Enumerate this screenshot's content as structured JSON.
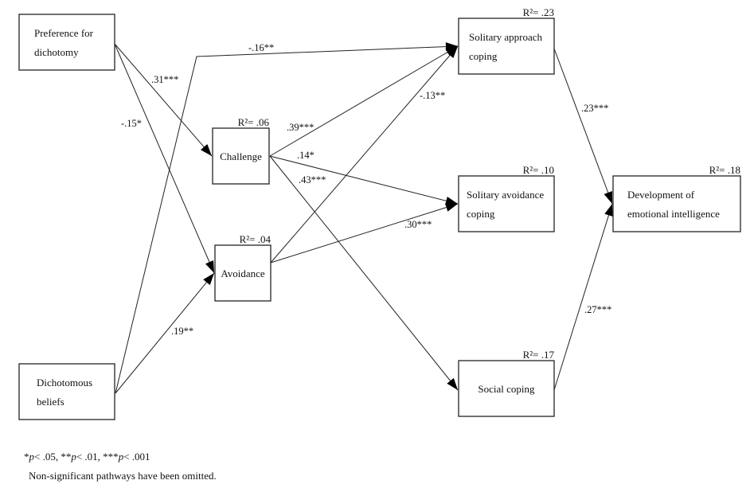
{
  "nodes": [
    {
      "id": "pref",
      "lines": [
        "Preference for",
        "dichotomy"
      ],
      "r2": null
    },
    {
      "id": "chal",
      "lines": [
        "Challenge"
      ],
      "r2": "R²= .06"
    },
    {
      "id": "avoid",
      "lines": [
        "Avoidance"
      ],
      "r2": "R²= .04"
    },
    {
      "id": "dich",
      "lines": [
        "Dichotomous",
        "beliefs"
      ],
      "r2": null
    },
    {
      "id": "sap",
      "lines": [
        "Solitary approach",
        "coping"
      ],
      "r2": "R²= .23"
    },
    {
      "id": "sav",
      "lines": [
        "Solitary avoidance",
        "coping"
      ],
      "r2": "R²= .10"
    },
    {
      "id": "soc",
      "lines": [
        "Social coping"
      ],
      "r2": "R²= .17"
    },
    {
      "id": "dei",
      "lines": [
        "Development of",
        "emotional intelligence"
      ],
      "r2": "R²= .18"
    }
  ],
  "edges": [
    {
      "from": "pref",
      "to": "chal",
      "label": ".31***"
    },
    {
      "from": "pref",
      "to": "avoid",
      "label": "-.15*"
    },
    {
      "from": "dich",
      "to": "sap",
      "label": "-.16**"
    },
    {
      "from": "dich",
      "to": "avoid",
      "label": ".19**"
    },
    {
      "from": "chal",
      "to": "sap",
      "label": ".39***"
    },
    {
      "from": "chal",
      "to": "sav",
      "label": ".14*"
    },
    {
      "from": "chal",
      "to": "soc",
      "label": ".43***"
    },
    {
      "from": "avoid",
      "to": "sap",
      "label": "-.13**"
    },
    {
      "from": "avoid",
      "to": "sav",
      "label": ".30***"
    },
    {
      "from": "sap",
      "to": "dei",
      "label": ".23***"
    },
    {
      "from": "soc",
      "to": "dei",
      "label": ".27***"
    }
  ],
  "footnotes": {
    "significance": [
      {
        "text": "*",
        "italic": false
      },
      {
        "text": "p",
        "italic": true
      },
      {
        "text": "< .05, **",
        "italic": false
      },
      {
        "text": "p",
        "italic": true
      },
      {
        "text": "< .01, ***",
        "italic": false
      },
      {
        "text": "p",
        "italic": true
      },
      {
        "text": "< .001",
        "italic": false
      }
    ],
    "omitted": "Non-significant pathways have been omitted."
  }
}
